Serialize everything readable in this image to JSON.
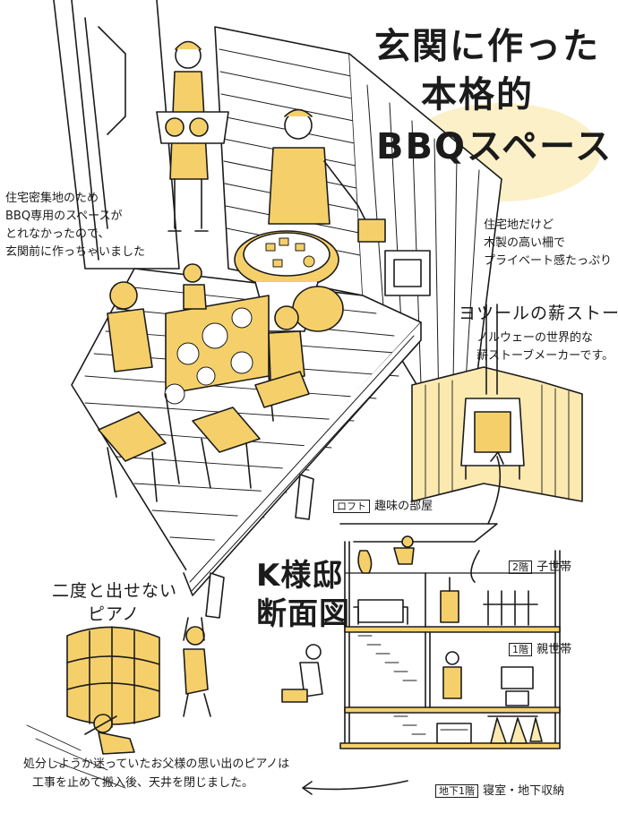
{
  "title": {
    "line1": "玄関に作った",
    "line2": "本格的",
    "line3": "BBQスペース"
  },
  "notes": {
    "bbq_space": [
      "住宅密集地のため",
      "BBQ専用のスペースが",
      "とれなかったので、",
      "玄関前に作っちゃいました"
    ],
    "fence": [
      "住宅地だけど",
      "木製の高い柵で",
      "プライベート感たっぷり"
    ],
    "stove_heading": "ヨツールの薪ストーブ",
    "stove_desc": [
      "ノルウェーの世界的な",
      "薪ストーブメーカーです。"
    ],
    "piano_heading": [
      "二度と出せない",
      "ピアノ"
    ],
    "piano_desc": [
      "処分しようか迷っていたお父様の思い出のピアノは",
      "工事を止めて搬入後、天井を閉じました。"
    ]
  },
  "section": {
    "title": [
      "K様邸",
      "断面図"
    ],
    "loft_tag": "ロフト",
    "loft_label": "趣味の部屋",
    "floor2_tag": "2階",
    "floor2_label": "子世帯",
    "floor1_tag": "1階",
    "floor1_label": "親世帯",
    "basement_tag": "地下1階",
    "basement_label": "寝室・地下収納"
  },
  "colors": {
    "accent_yellow": "#f5d06a",
    "pale_yellow": "#fbe9b0",
    "ink": "#1b1b1b"
  }
}
